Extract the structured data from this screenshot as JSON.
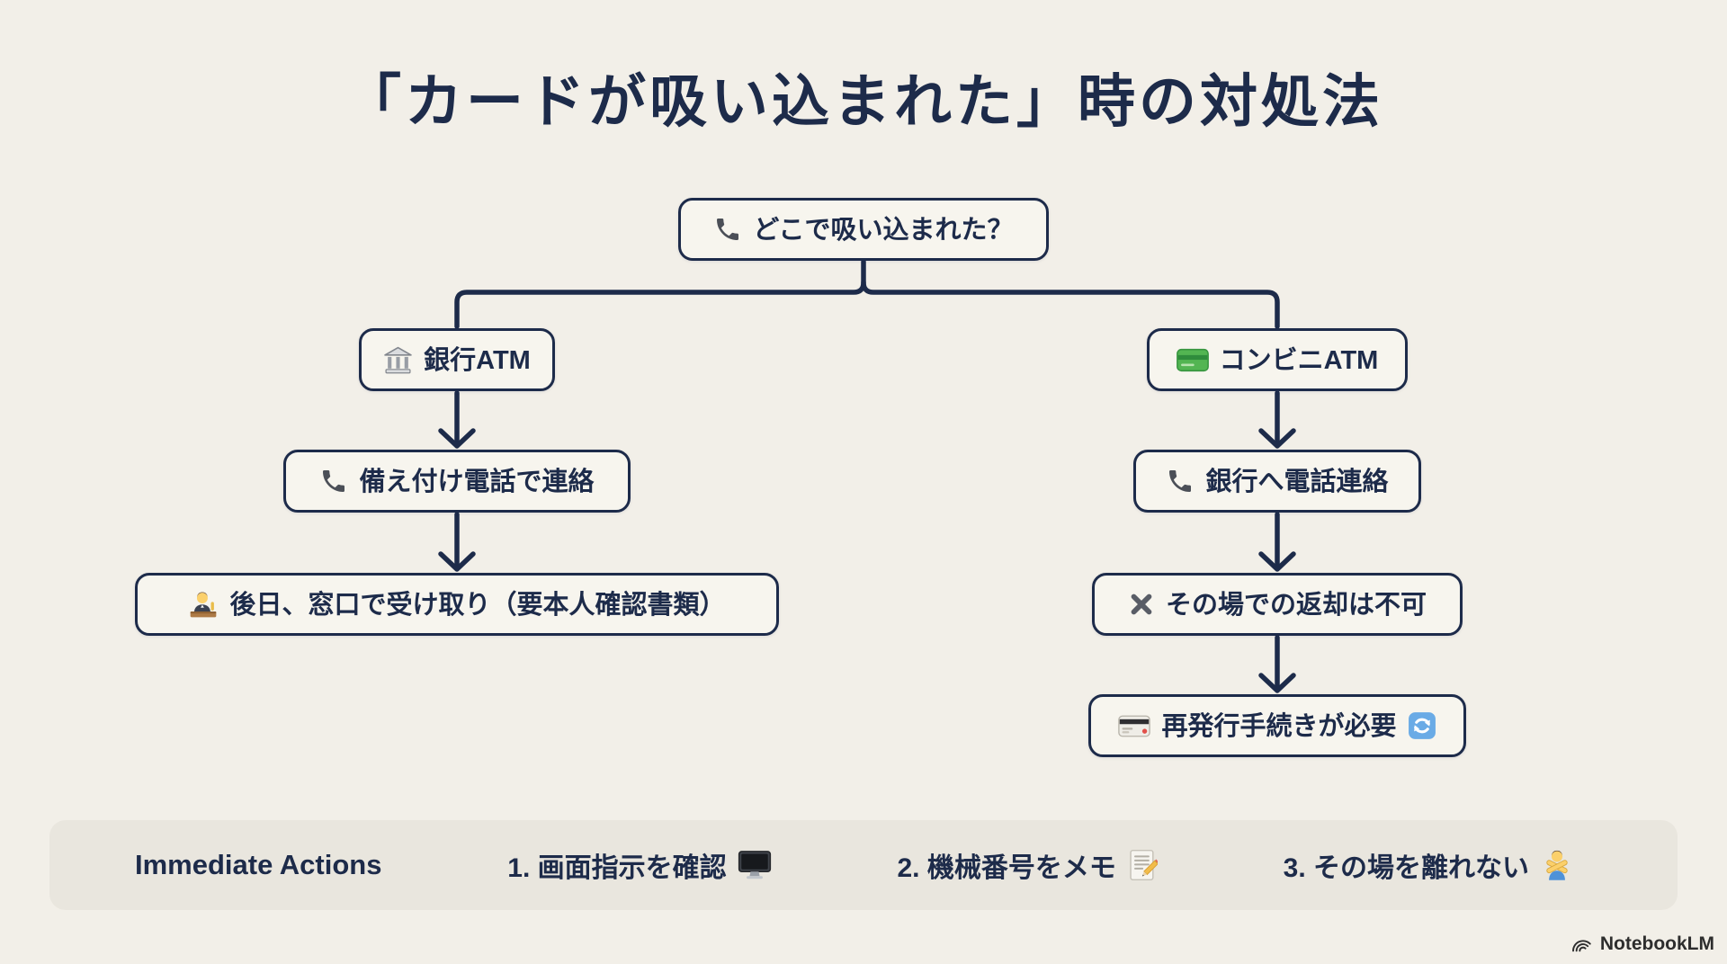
{
  "title": "「カードが吸い込まれた」時の対処法",
  "flowchart": {
    "root": {
      "label": "どこで吸い込まれた？",
      "icon": "phone-receiver-icon"
    },
    "left_branch": [
      {
        "label": "銀行ATM",
        "icon": "bank-icon"
      },
      {
        "label": "備え付け電話で連絡",
        "icon": "phone-receiver-icon"
      },
      {
        "label": "後日、窓口で受け取り（要本人確認書類）",
        "icon": "clerk-at-counter-icon"
      }
    ],
    "right_branch": [
      {
        "label": "コンビニATM",
        "icon": "green-card-icon"
      },
      {
        "label": "銀行へ電話連絡",
        "icon": "phone-receiver-icon"
      },
      {
        "label": "その場での返却は不可",
        "icon": "cross-mark-icon"
      },
      {
        "label": "再発行手続きが必要",
        "icon": "credit-card-icon",
        "trailing_icon": "refresh-icon"
      }
    ]
  },
  "immediate_actions": {
    "heading": "Immediate Actions",
    "items": [
      {
        "label": "1. 画面指示を確認",
        "icon": "monitor-icon"
      },
      {
        "label": "2. 機械番号をメモ",
        "icon": "memo-icon"
      },
      {
        "label": "3. その場を離れない",
        "icon": "no-gesture-icon"
      }
    ]
  },
  "footer": {
    "brand": "NotebookLM",
    "icon": "notebooklm-logo-icon"
  },
  "colors": {
    "background": "#f2efe8",
    "node_fill": "#f7f5ee",
    "ink": "#1d2b4a",
    "actions_bar": "#e9e6de",
    "green_card": "#53b552",
    "refresh_blue": "#6aabe6"
  }
}
